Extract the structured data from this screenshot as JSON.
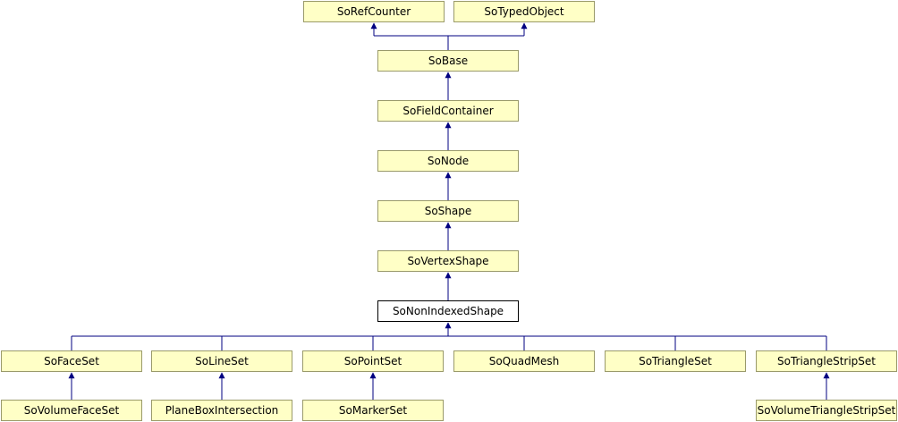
{
  "diagram": {
    "colors": {
      "box_fill": "#ffffc6",
      "box_border": "#9a9a6a",
      "current_fill": "#ffffff",
      "edge": "#000080"
    },
    "nodes": [
      {
        "id": "SoRefCounter",
        "label": "SoRefCounter"
      },
      {
        "id": "SoTypedObject",
        "label": "SoTypedObject"
      },
      {
        "id": "SoBase",
        "label": "SoBase"
      },
      {
        "id": "SoFieldContainer",
        "label": "SoFieldContainer"
      },
      {
        "id": "SoNode",
        "label": "SoNode"
      },
      {
        "id": "SoShape",
        "label": "SoShape"
      },
      {
        "id": "SoVertexShape",
        "label": "SoVertexShape"
      },
      {
        "id": "SoNonIndexedShape",
        "label": "SoNonIndexedShape",
        "current": true
      },
      {
        "id": "SoFaceSet",
        "label": "SoFaceSet"
      },
      {
        "id": "SoLineSet",
        "label": "SoLineSet"
      },
      {
        "id": "SoPointSet",
        "label": "SoPointSet"
      },
      {
        "id": "SoQuadMesh",
        "label": "SoQuadMesh"
      },
      {
        "id": "SoTriangleSet",
        "label": "SoTriangleSet"
      },
      {
        "id": "SoTriangleStripSet",
        "label": "SoTriangleStripSet"
      },
      {
        "id": "SoVolumeFaceSet",
        "label": "SoVolumeFaceSet"
      },
      {
        "id": "PlaneBoxIntersection",
        "label": "PlaneBoxIntersection"
      },
      {
        "id": "SoMarkerSet",
        "label": "SoMarkerSet"
      },
      {
        "id": "SoVolumeTriangleStripSet",
        "label": "SoVolumeTriangleStripSet"
      }
    ],
    "edges": [
      {
        "parent": "SoRefCounter",
        "child": "SoBase"
      },
      {
        "parent": "SoTypedObject",
        "child": "SoBase"
      },
      {
        "parent": "SoBase",
        "child": "SoFieldContainer"
      },
      {
        "parent": "SoFieldContainer",
        "child": "SoNode"
      },
      {
        "parent": "SoNode",
        "child": "SoShape"
      },
      {
        "parent": "SoShape",
        "child": "SoVertexShape"
      },
      {
        "parent": "SoVertexShape",
        "child": "SoNonIndexedShape"
      },
      {
        "parent": "SoNonIndexedShape",
        "child": "SoFaceSet"
      },
      {
        "parent": "SoNonIndexedShape",
        "child": "SoLineSet"
      },
      {
        "parent": "SoNonIndexedShape",
        "child": "SoPointSet"
      },
      {
        "parent": "SoNonIndexedShape",
        "child": "SoQuadMesh"
      },
      {
        "parent": "SoNonIndexedShape",
        "child": "SoTriangleSet"
      },
      {
        "parent": "SoNonIndexedShape",
        "child": "SoTriangleStripSet"
      },
      {
        "parent": "SoFaceSet",
        "child": "SoVolumeFaceSet"
      },
      {
        "parent": "SoLineSet",
        "child": "PlaneBoxIntersection"
      },
      {
        "parent": "SoPointSet",
        "child": "SoMarkerSet"
      },
      {
        "parent": "SoTriangleStripSet",
        "child": "SoVolumeTriangleStripSet"
      }
    ]
  }
}
